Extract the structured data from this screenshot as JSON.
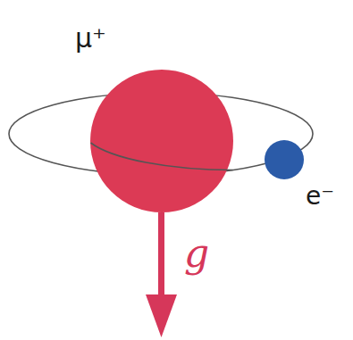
{
  "diagram": {
    "labels": [
      "μ⁺",
      "e⁻",
      "g"
    ]
  }
}
